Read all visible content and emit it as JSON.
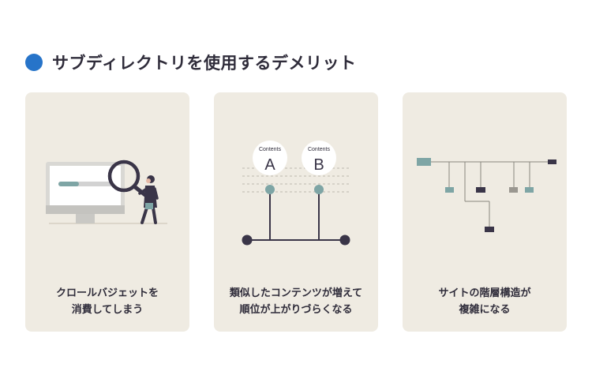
{
  "title": "サブディレクトリを使用するデメリット",
  "colors": {
    "accent": "#2774c9",
    "card_bg": "#efebe2",
    "dark": "#3a3548",
    "teal": "#7ea5a5",
    "gray": "#9a9790"
  },
  "cards": [
    {
      "caption_line1": "クロールバジェットを",
      "caption_line2": "消費してしまう",
      "icon": "monitor-magnifier-person-illustration"
    },
    {
      "caption_line1": "類似したコンテンツが増えて",
      "caption_line2": "順位が上がりづらくなる",
      "icon": "ranking-competition-illustration",
      "bubbles": [
        {
          "small": "Contents",
          "letter": "A"
        },
        {
          "small": "Contents",
          "letter": "B"
        }
      ]
    },
    {
      "caption_line1": "サイトの階層構造が",
      "caption_line2": "複雑になる",
      "icon": "site-hierarchy-tree-illustration"
    }
  ]
}
